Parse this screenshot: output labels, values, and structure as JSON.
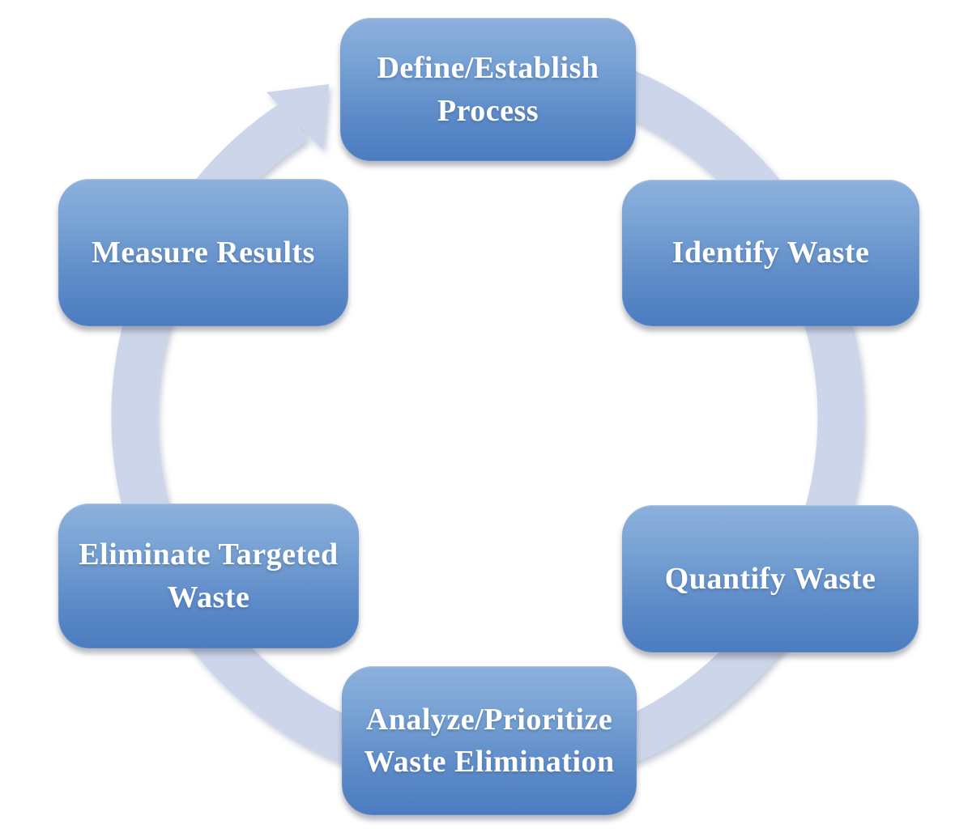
{
  "diagram": {
    "type": "cycle",
    "flow_direction": "clockwise",
    "connector": "circular-ring-with-arrowhead",
    "colors": {
      "ring": "#ccd5ea",
      "box_gradient_top": "#8db0dc",
      "box_gradient_bottom": "#4b7cc0",
      "text": "#ffffff",
      "background": "#ffffff"
    },
    "nodes": [
      {
        "label": "Define/Establish Process",
        "position": "top"
      },
      {
        "label": "Identify Waste",
        "position": "upper-right"
      },
      {
        "label": "Quantify Waste",
        "position": "lower-right"
      },
      {
        "label": "Analyze/Prioritize Waste Elimination",
        "position": "bottom"
      },
      {
        "label": "Eliminate Targeted Waste",
        "position": "lower-left"
      },
      {
        "label": "Measure Results",
        "position": "upper-left"
      }
    ]
  }
}
